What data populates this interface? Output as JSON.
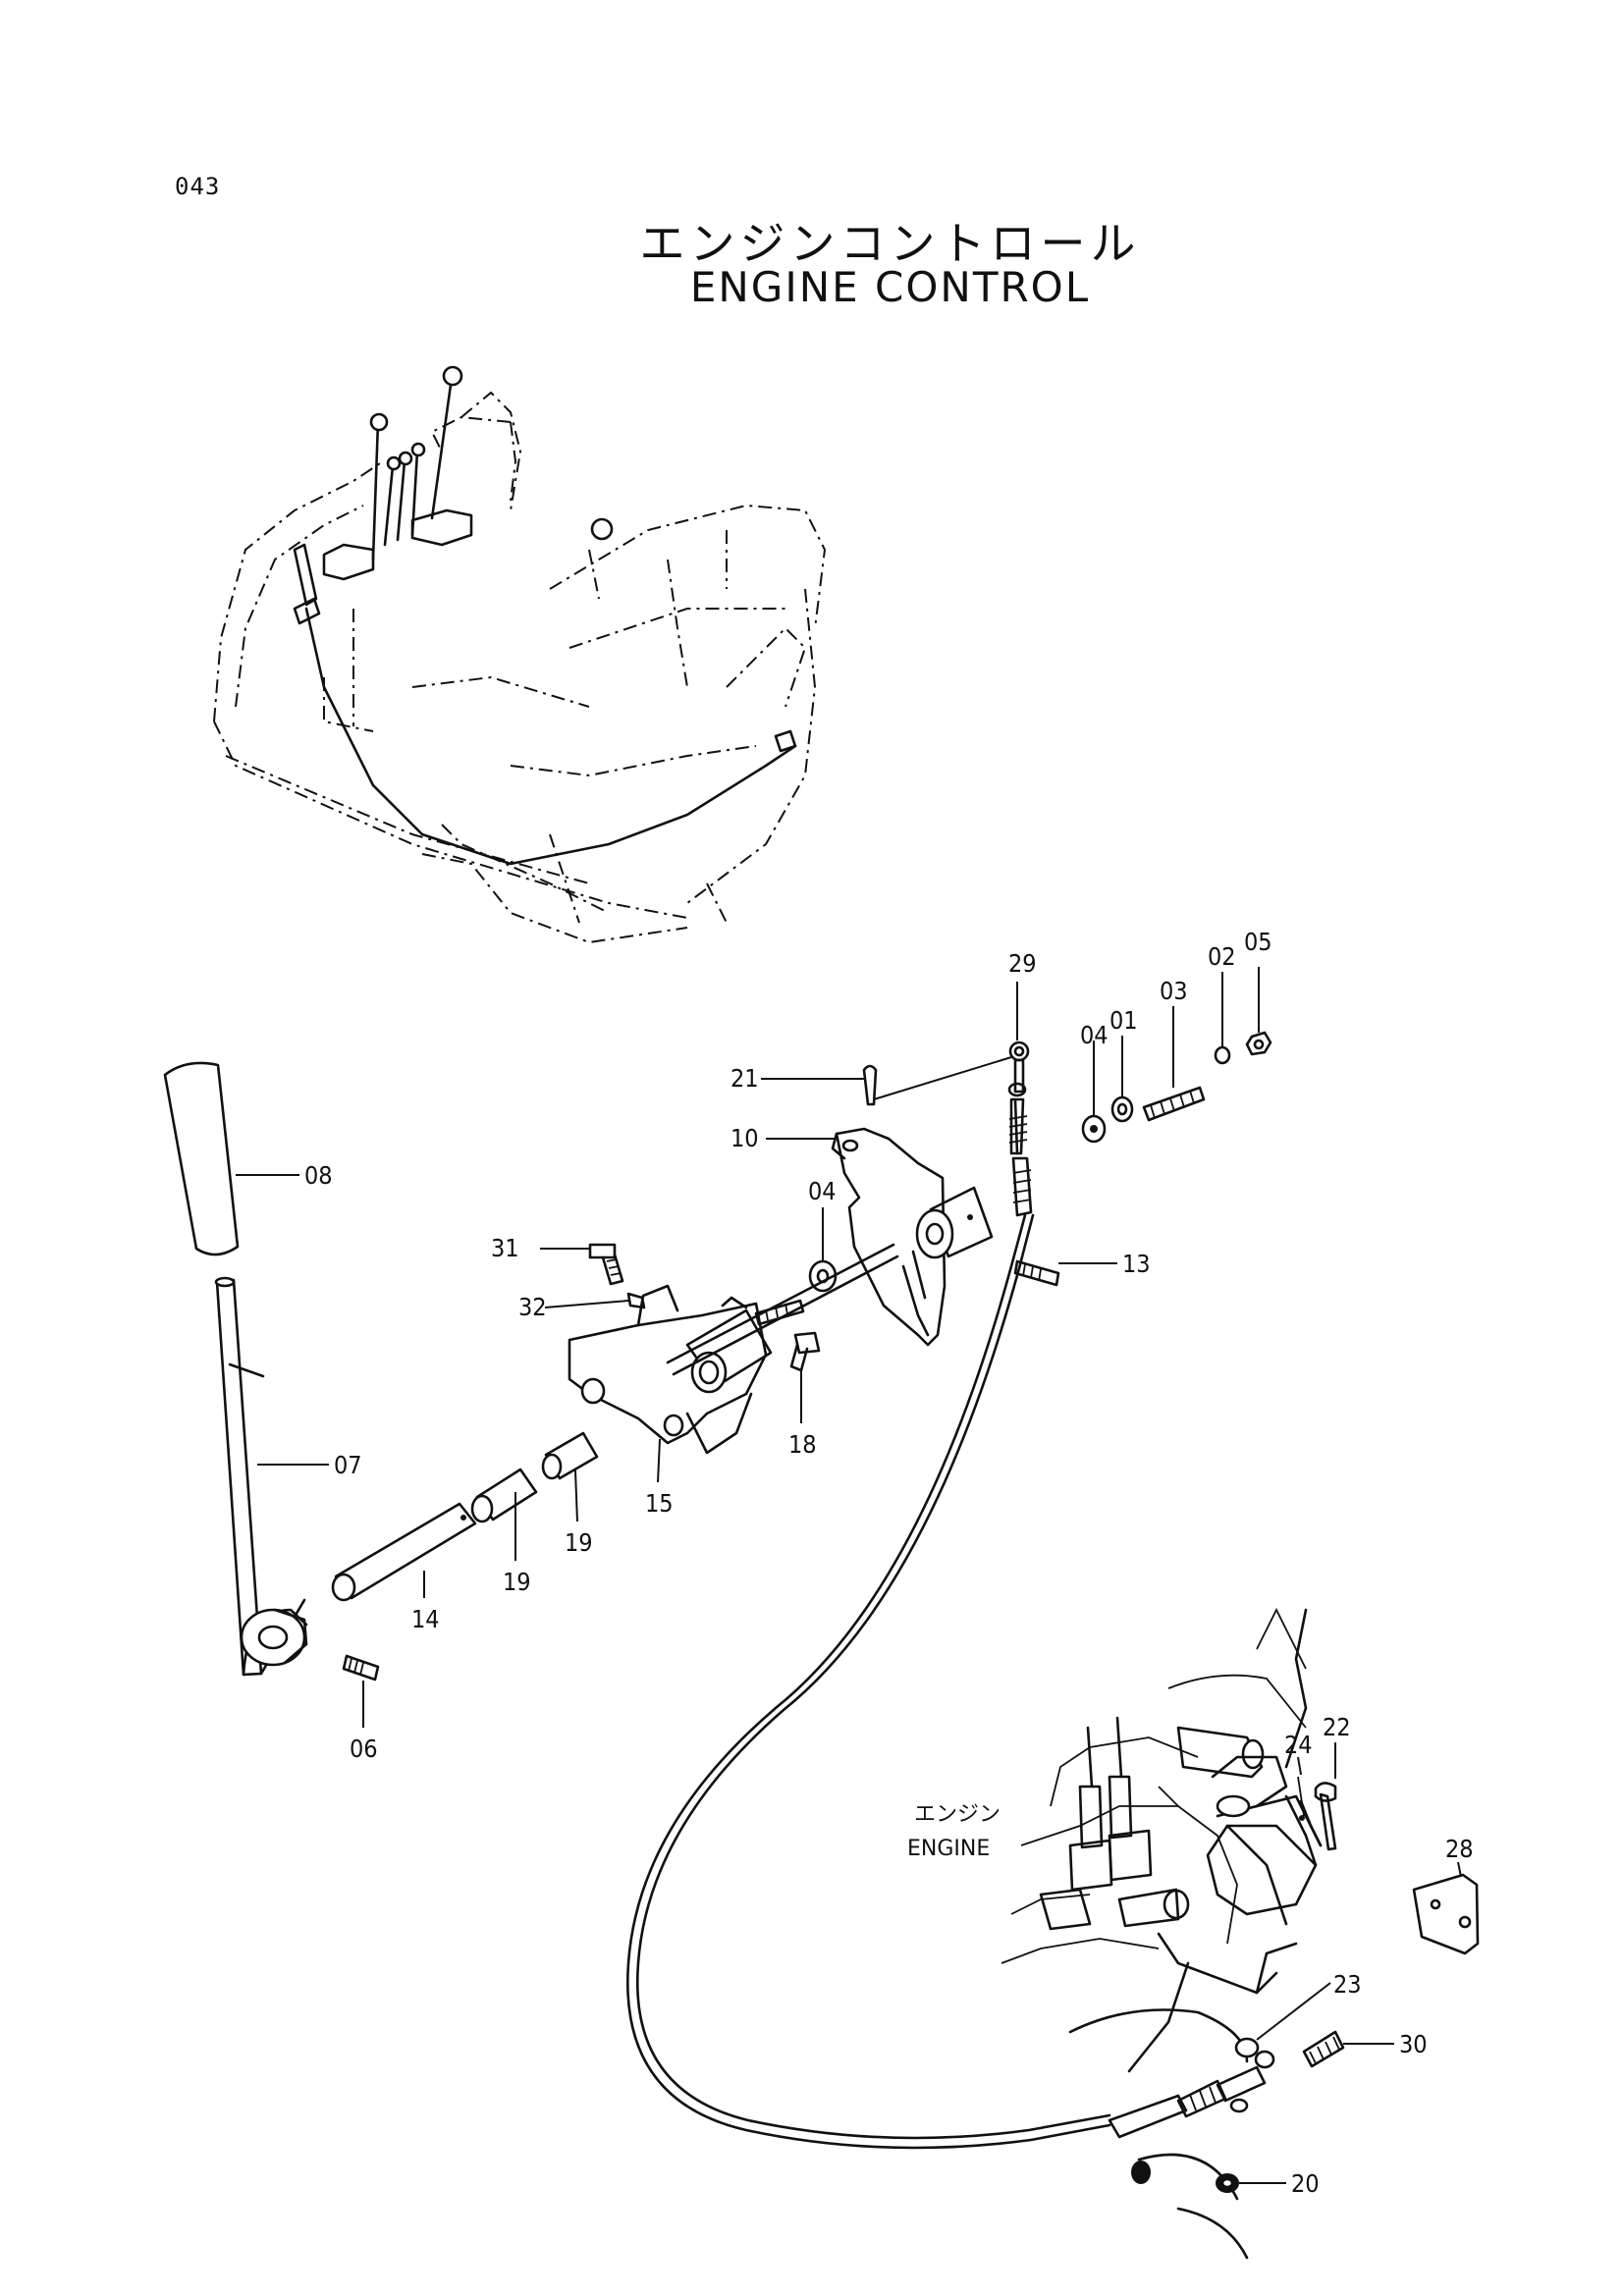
{
  "page": {
    "number": "043"
  },
  "title": {
    "japanese": "エンジンコントロール",
    "english": "ENGINE CONTROL"
  },
  "engine_label": {
    "japanese": "エンジン",
    "english": "ENGINE"
  },
  "callouts": {
    "p01": "01",
    "p02": "02",
    "p03": "03",
    "p04a": "04",
    "p04b": "04",
    "p05": "05",
    "p06": "06",
    "p07": "07",
    "p08": "08",
    "p10": "10",
    "p13": "13",
    "p14": "14",
    "p15": "15",
    "p18": "18",
    "p19a": "19",
    "p19b": "19",
    "p20": "20",
    "p21": "21",
    "p22": "22",
    "p23": "23",
    "p24": "24",
    "p28": "28",
    "p29": "29",
    "p30": "30",
    "p31": "31",
    "p32": "32"
  }
}
